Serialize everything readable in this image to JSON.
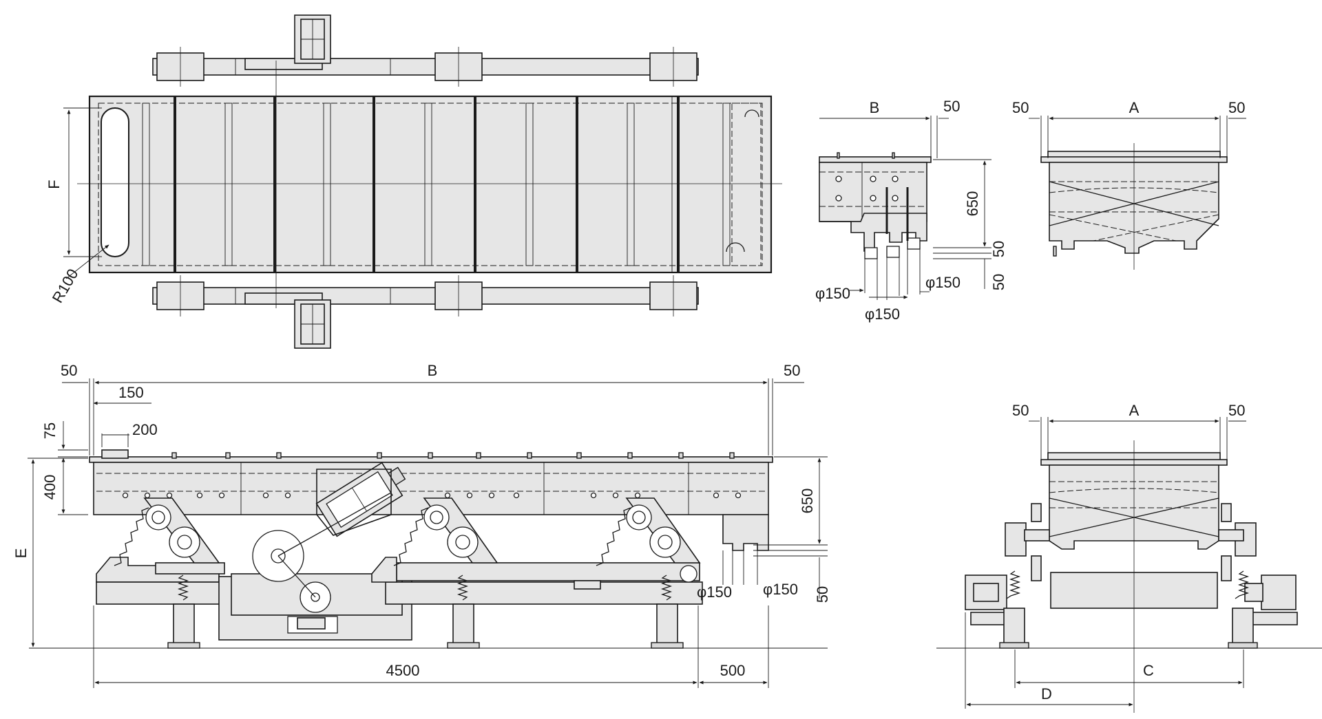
{
  "plan_view": {
    "label_f": "F",
    "label_radius": "R100"
  },
  "side_section": {
    "label_b": "B",
    "label_50_top": "50",
    "label_650": "650",
    "label_50_a": "50",
    "label_50_b": "50",
    "label_dia_left": "φ150",
    "label_dia_mid": "φ150",
    "label_dia_right": "φ150"
  },
  "end_section": {
    "label_50_left": "50",
    "label_a": "A",
    "label_50_right": "50"
  },
  "front_view": {
    "label_50_left": "50",
    "label_b": "B",
    "label_50_right": "50",
    "label_150": "150",
    "label_75": "75",
    "label_200": "200",
    "label_400": "400",
    "label_e": "E",
    "label_650": "650",
    "label_dia_left": "φ150",
    "label_dia_right": "φ150",
    "label_50_bottom": "50",
    "label_4500": "4500",
    "label_500": "500"
  },
  "end_view": {
    "label_50_left": "50",
    "label_a": "A",
    "label_50_right": "50",
    "label_c": "C",
    "label_d": "D"
  }
}
